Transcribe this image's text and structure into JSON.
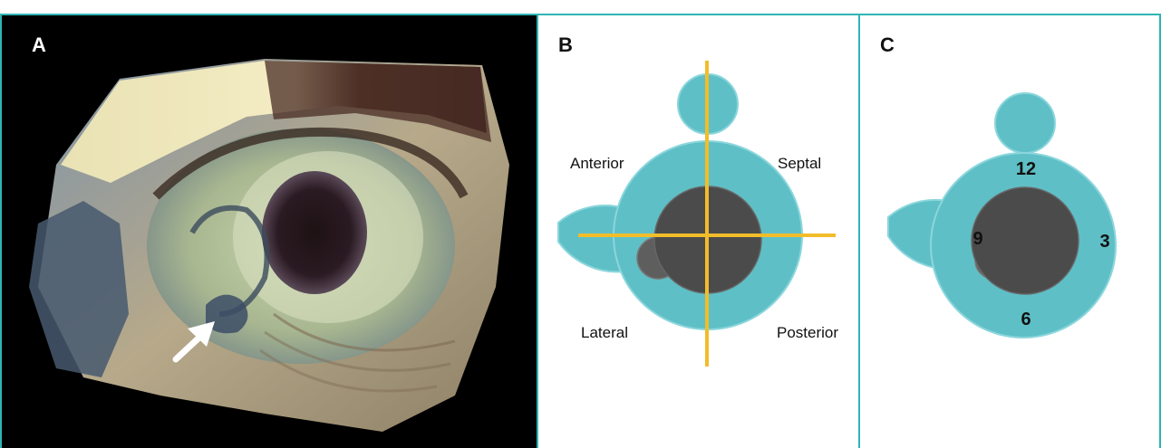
{
  "panels": {
    "a": {
      "letter": "A"
    },
    "b": {
      "letter": "B"
    },
    "c": {
      "letter": "C"
    }
  },
  "labels": {
    "anterior": "Anterior",
    "septal": "Septal",
    "lateral": "Lateral",
    "posterior": "Posterior"
  },
  "clock": {
    "twelve": "12",
    "three": "3",
    "six": "6",
    "nine": "9"
  },
  "colors": {
    "teal": "#5fbfc6",
    "teal_stroke": "#8ad6dc",
    "dark_gray": "#4b4b4b",
    "mid_gray": "#5e5e5e",
    "yellow": "#f2bd2a",
    "frame": "#2fb5b5"
  },
  "icons": {
    "arrow": "white-arrow"
  }
}
